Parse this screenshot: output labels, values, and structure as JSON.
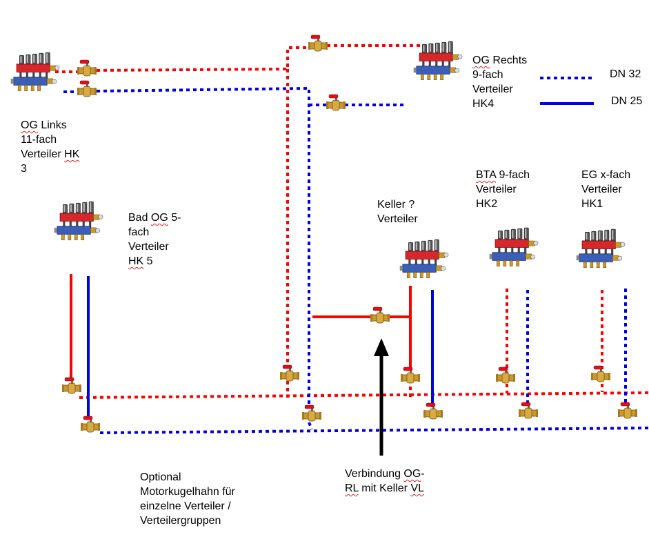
{
  "colors": {
    "supply": "#ff0000",
    "return": "#0000e6",
    "arrow": "#000000"
  },
  "icons": {
    "manifold": "manifold-icon",
    "valve": "ball-valve-icon",
    "arrow": "arrow-up-icon"
  },
  "legend": {
    "dn32": "DN 32",
    "dn25": "DN 25"
  },
  "labels": {
    "og_links": {
      "l1a": "OG",
      "l1b": " Links",
      "l2": "11-fach",
      "l3a": "Verteiler ",
      "l3b": "HK",
      "l4": "3"
    },
    "og_rechts": {
      "l1a": "OG",
      "l1b": " Rechts",
      "l2": "9-fach",
      "l3": "Verteiler",
      "l4": "HK4"
    },
    "bad_og": {
      "l1a": "Bad ",
      "l1b": "OG",
      "l1c": " 5-",
      "l2": "fach",
      "l3": "Verteiler",
      "l4a": "HK",
      "l4b": " 5"
    },
    "keller": {
      "l1": "Keller ?",
      "l2": "Verteiler"
    },
    "bta": {
      "l1a": "BTA",
      "l1b": " 9-fach",
      "l2": "Verteiler",
      "l3": "HK2"
    },
    "eg": {
      "l1": "EG x-fach",
      "l2": "Verteiler",
      "l3": "HK1"
    },
    "verbindung": {
      "l1a": "Verbindung ",
      "l1b": "OG",
      "l1c": "-",
      "l2a": "RL",
      "l2b": " mit Keller ",
      "l2c": "VL"
    },
    "optional": {
      "l1": "Optional",
      "l2": "Motorkugelhahn für",
      "l3": "einzelne Verteiler /",
      "l4": "Verteilergruppen"
    }
  }
}
